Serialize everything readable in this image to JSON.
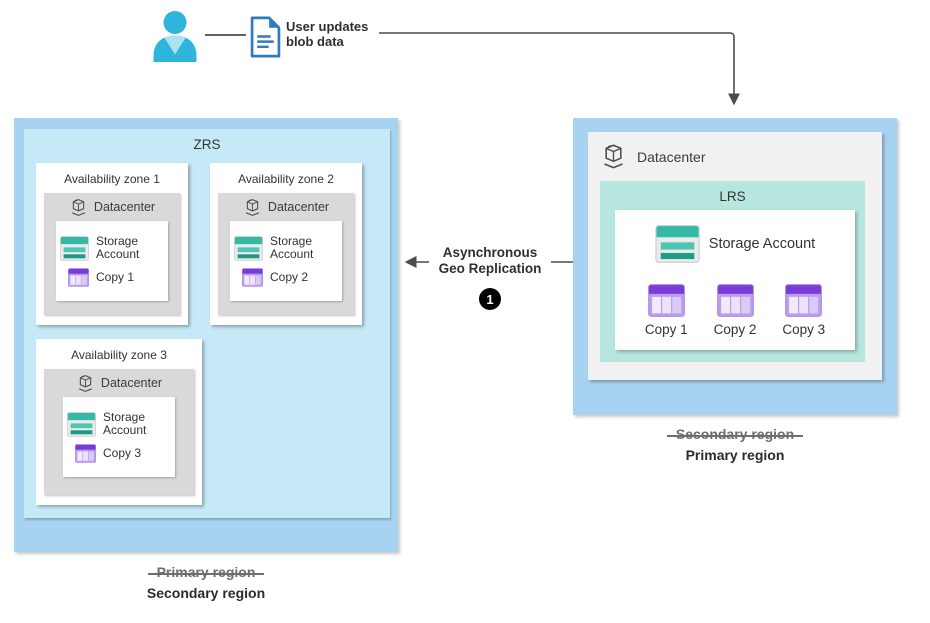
{
  "top_flow": {
    "update_label": "User updates blob data",
    "update_label_lines": [
      "User updates",
      "blob data"
    ]
  },
  "replication": {
    "label": "Asynchronous Geo Replication",
    "label_lines": [
      "Asynchronous",
      "Geo Replication"
    ],
    "step_number": "1"
  },
  "zrs": {
    "title": "ZRS",
    "zones": [
      {
        "title": "Availability zone 1",
        "datacenter_label": "Datacenter",
        "storage_label": "Storage Account",
        "copy_label": "Copy 1"
      },
      {
        "title": "Availability zone 2",
        "datacenter_label": "Datacenter",
        "storage_label": "Storage Account",
        "copy_label": "Copy 2"
      },
      {
        "title": "Availability zone 3",
        "datacenter_label": "Datacenter",
        "storage_label": "Storage Account",
        "copy_label": "Copy 3"
      }
    ],
    "region_struck": "Primary region",
    "region_current": "Secondary region"
  },
  "lrs": {
    "datacenter_label": "Datacenter",
    "title": "LRS",
    "storage_label": "Storage Account",
    "copies": [
      "Copy 1",
      "Copy 2",
      "Copy 3"
    ],
    "region_struck": "Secondary region",
    "region_current": "Primary region"
  },
  "icons": {
    "person": "person-icon",
    "document": "blob-document-icon",
    "datacenter": "datacenter-building-icon",
    "storage": "storage-account-icon",
    "copy": "table-copy-icon"
  },
  "colors": {
    "region_fill": "#a8d3f0",
    "zrs_fill": "#c6e9f7",
    "lrs_fill": "#b6e6de",
    "datacenter_fill": "#f1f1f1",
    "zone_header_fill": "#d9d9d9",
    "storage_teal": "#35b9a6",
    "copy_purple": "#7b3bd8",
    "person_cyan": "#2db5dc",
    "document_blue": "#2f7ac4",
    "connector_gray": "#4c4c4c",
    "step_badge": "#000000"
  }
}
